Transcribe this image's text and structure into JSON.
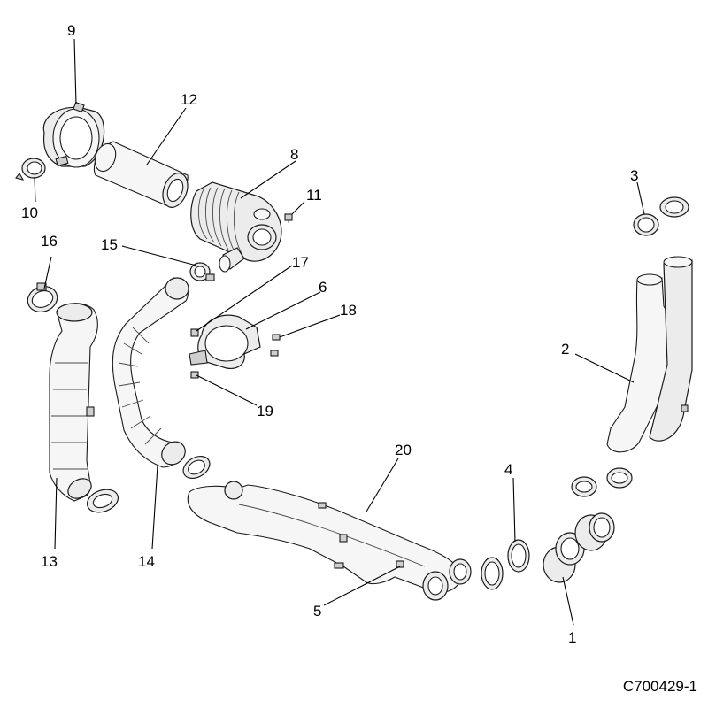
{
  "callouts": {
    "c1": "1",
    "c2": "2",
    "c3": "3",
    "c4": "4",
    "c5": "5",
    "c6": "6",
    "c8": "8",
    "c9": "9",
    "c10": "10",
    "c11": "11",
    "c12": "12",
    "c13": "13",
    "c14": "14",
    "c15": "15",
    "c16": "16",
    "c17": "17",
    "c18": "18",
    "c19": "19",
    "c20": "20"
  },
  "ref_code": "C700429-1"
}
